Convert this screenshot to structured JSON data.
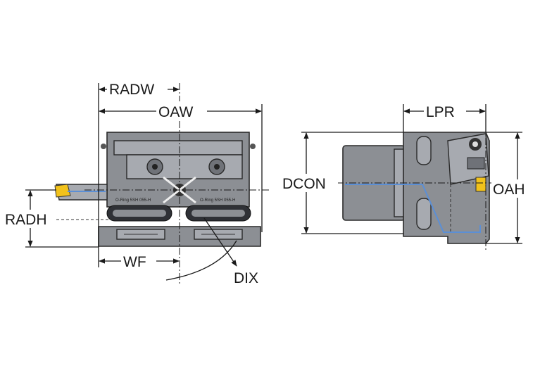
{
  "labels": {
    "radw": "RADW",
    "oaw": "OAW",
    "radh": "RADH",
    "wf": "WF",
    "dix": "DIX",
    "lpr": "LPR",
    "dcon": "DCON",
    "oah": "OAH"
  },
  "colors": {
    "body": "#8c8f94",
    "insert": "#f2c21b",
    "coolant": "#5b8fd6",
    "line": "#1a1a1a"
  }
}
